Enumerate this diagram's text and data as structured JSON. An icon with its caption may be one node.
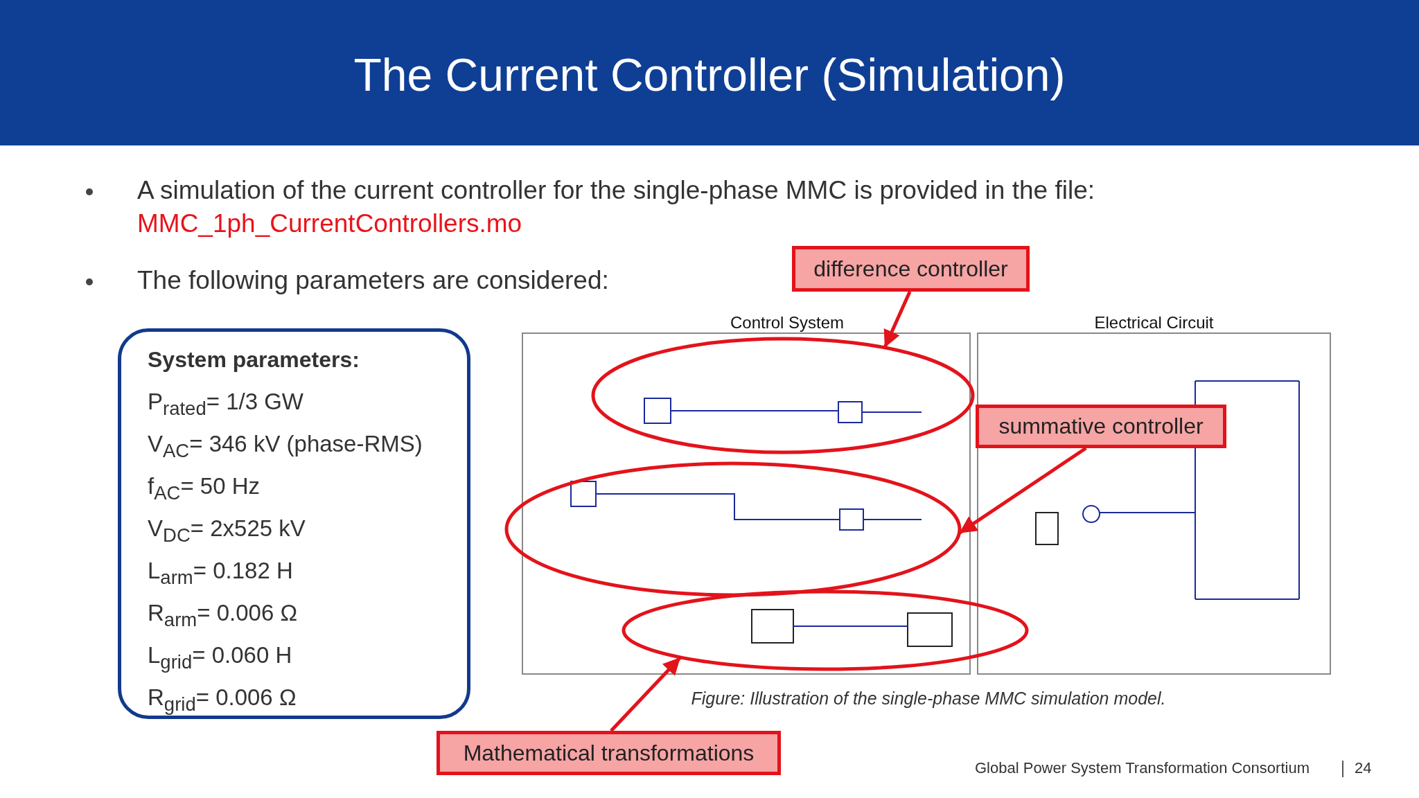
{
  "diagram": {
    "title": "The Current Controller (Simulation)",
    "caption": "Figure: Illustration of the single-phase MMC simulation model.",
    "nodes": [
      {
        "text": [
          "System parameters:",
          "P$_{rated}$= 1/3 GW",
          "V$_{AC}$= 346 kV (phase-RMS)",
          "f$_{AC}$= 50 Hz",
          "V$_{DC}$= 2x525 kV",
          "L$_{arm}$= 0.182 H",
          "R$_{arm}$= 0.006 Ω",
          "L$_{grid}$= 0.060 H",
          "R$_{grid}$= 0.006 Ω"
        ]
      },
      {
        "text": [
          "difference controller"
        ]
      },
      {
        "text": [
          "summative controller"
        ]
      },
      {
        "text": [
          "Mathematical transformations"
        ]
      },
      {
        "text": [],
        "shape": "ellipse"
      },
      {
        "text": [],
        "shape": "ellipse"
      },
      {
        "text": [],
        "shape": "ellipse"
      }
    ],
    "edges": [
      {
        "from": 1,
        "to": 4,
        "arrow": "to",
        "color": "#e3131b"
      },
      {
        "from": 2,
        "to": 5,
        "arrow": "to",
        "color": "#e3131b"
      },
      {
        "from": 3,
        "to": 6,
        "arrow": "to",
        "color": "#e3131b"
      }
    ],
    "labels": [
      "A simulation of the current controller for the single-phase MMC is provided in the file:",
      "MMC_1ph_CurrentControllers.mo",
      "The following parameters are considered:",
      "Control System",
      "Electrical Circuit",
      "Global Power System Transformation Consortium",
      "24"
    ]
  }
}
